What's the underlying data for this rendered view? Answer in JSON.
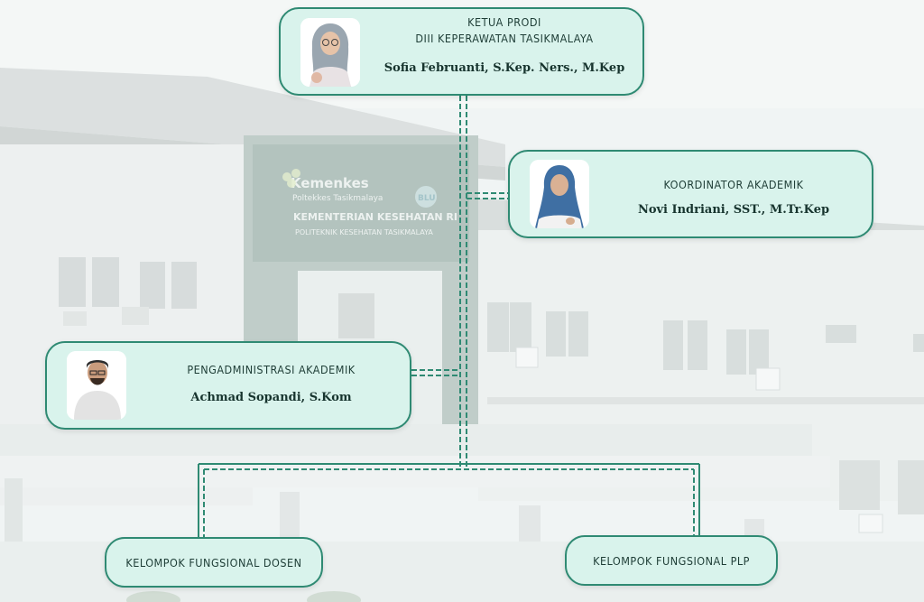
{
  "org_chart": {
    "head": {
      "title_line1": "KETUA PRODI",
      "title_line2": "DIII KEPERAWATAN TASIKMALAYA",
      "name": "Sofia Februanti, S.Kep. Ners., M.Kep"
    },
    "academic_coordinator": {
      "title": "KOORDINATOR AKADEMIK",
      "name": "Novi Indriani, SST., M.Tr.Kep"
    },
    "academic_administrator": {
      "title": "PENGADMINISTRASI AKADEMIK",
      "name": "Achmad Sopandi, S.Kom"
    },
    "groups": {
      "lecturers": "KELOMPOK FUNGSIONAL DOSEN",
      "plp": "KELOMPOK FUNGSIONAL PLP"
    }
  },
  "background_sign": {
    "brand": "Kemenkes",
    "brand_sub": "Poltekkes Tasikmalaya",
    "badge": "BLU",
    "line1": "KEMENTERIAN KESEHATAN RI",
    "line2": "POLITEKNIK KESEHATAN TASIKMALAYA"
  },
  "colors": {
    "card_fill": "#d9f3ec",
    "card_border": "#2f8a73",
    "connector": "#2f8a73"
  }
}
